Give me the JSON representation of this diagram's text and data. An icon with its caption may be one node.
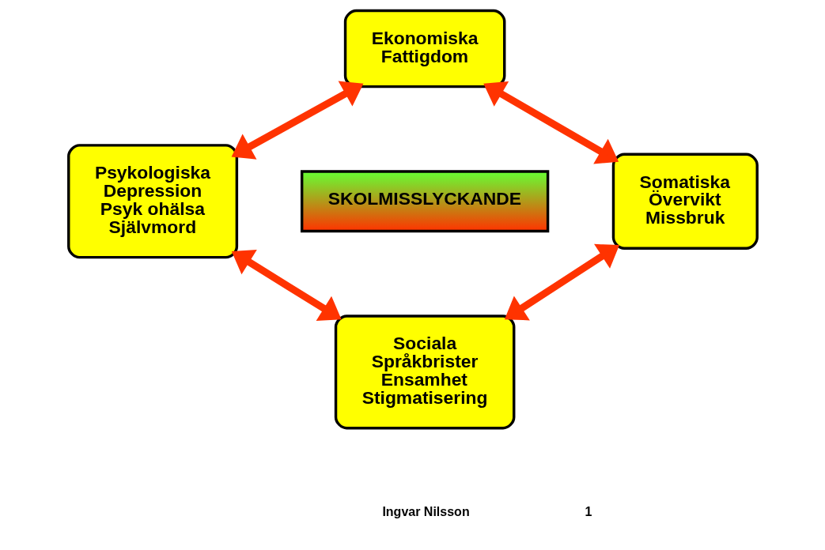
{
  "diagram": {
    "nodes": [
      {
        "text": [
          "Ekonomiska",
          "Fattigdom"
        ]
      },
      {
        "text": [
          "Psykologiska",
          "Depression",
          "Psyk ohälsa",
          "Självmord"
        ]
      },
      {
        "text": [
          "SKOLMISSLYCKANDE"
        ]
      },
      {
        "text": [
          "Somatiska",
          "Övervikt",
          "Missbruk"
        ]
      },
      {
        "text": [
          "Sociala",
          "Språkbrister",
          "Ensamhet",
          "Stigmatisering"
        ]
      }
    ],
    "edges": [
      {
        "from": 0,
        "to": 1,
        "arrow": "both"
      },
      {
        "from": 0,
        "to": 3,
        "arrow": "both"
      },
      {
        "from": 1,
        "to": 4,
        "arrow": "both"
      },
      {
        "from": 4,
        "to": 3,
        "arrow": "both"
      }
    ],
    "labels": [
      "Ingvar Nilsson",
      "1"
    ]
  }
}
